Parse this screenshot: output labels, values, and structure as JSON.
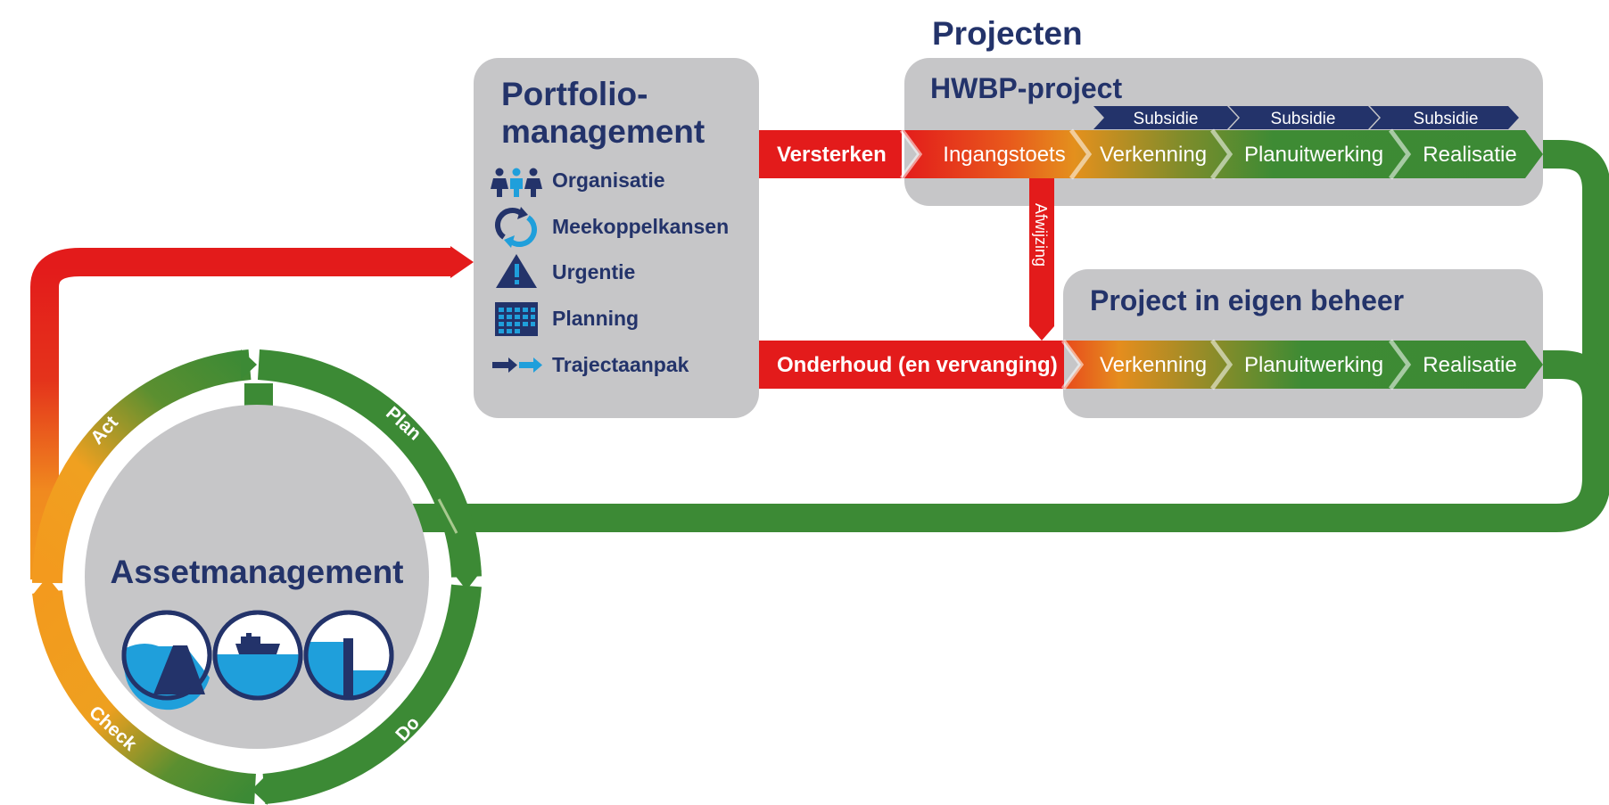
{
  "projects_title": "Projecten",
  "portfolio": {
    "title_line1": "Portfolio-",
    "title_line2": "management",
    "items": [
      {
        "label": "Organisatie",
        "icon": "people-icon"
      },
      {
        "label": "Meekoppelkansen",
        "icon": "cycle-arrows-icon"
      },
      {
        "label": "Urgentie",
        "icon": "warning-triangle-icon"
      },
      {
        "label": "Planning",
        "icon": "calendar-grid-icon"
      },
      {
        "label": "Trajectaanpak",
        "icon": "double-arrow-icon"
      }
    ]
  },
  "hwbp": {
    "title": "HWBP-project",
    "entry_label": "Versterken",
    "subsidie": [
      "Subsidie",
      "Subsidie",
      "Subsidie"
    ],
    "steps": [
      "Ingangstoets",
      "Verkenning",
      "Planuitwerking",
      "Realisatie"
    ]
  },
  "rejection_label": "Afwijzing",
  "eigen_beheer": {
    "title": "Project in eigen beheer",
    "entry_label": "Onderhoud (en vervanging)",
    "steps": [
      "Verkenning",
      "Planuitwerking",
      "Realisatie"
    ]
  },
  "asset": {
    "title": "Assetmanagement",
    "icons": [
      "dike-icon",
      "ship-icon",
      "lock-gate-icon"
    ]
  },
  "pdca": {
    "plan": "Plan",
    "do": "Do",
    "check": "Check",
    "act": "Act"
  },
  "colors": {
    "navy": "#23336a",
    "red": "#e31b1b",
    "orange": "#f39a1e",
    "green": "#3c8a35",
    "grey": "#c6c6c8",
    "water": "#1f9fdb"
  }
}
